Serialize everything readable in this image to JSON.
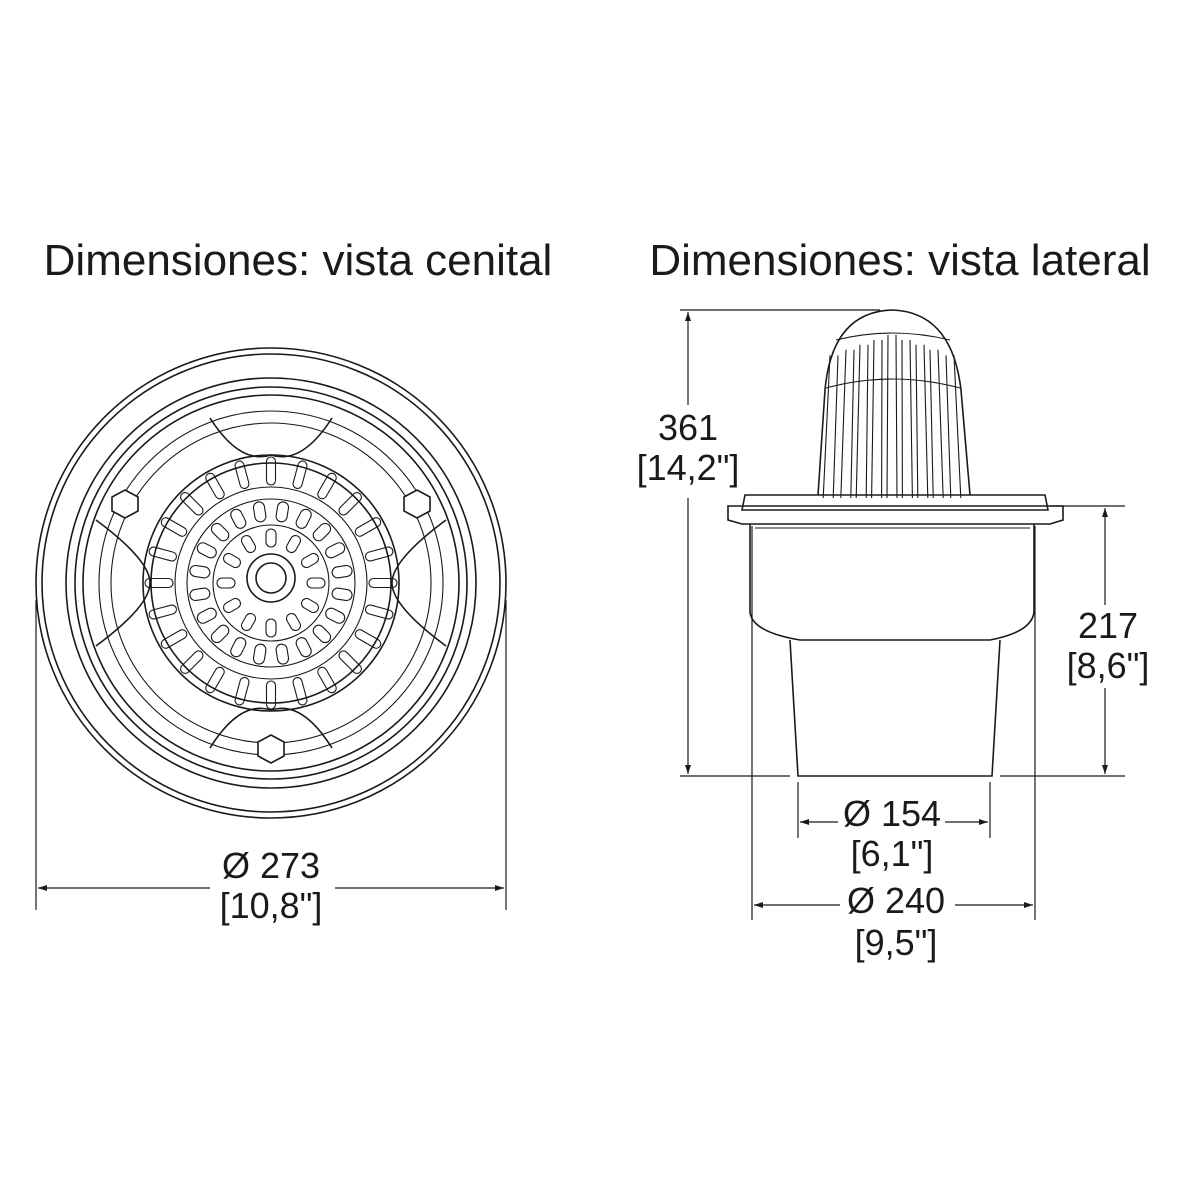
{
  "top_view": {
    "title": "Dimensiones: vista cenital",
    "diameter": "Ø 273",
    "diameter_in": "[10,8\"]"
  },
  "side_view": {
    "title": "Dimensiones: vista lateral",
    "total_height": "361",
    "total_height_in": "[14,2\"]",
    "body_height": "217",
    "body_height_in": "[8,6\"]",
    "outlet_diameter": "Ø 154",
    "outlet_diameter_in": "[6,1\"]",
    "body_diameter": "Ø 240",
    "body_diameter_in": "[9,5\"]"
  },
  "style": {
    "line_color": "#1a1a1a",
    "background": "#ffffff"
  }
}
